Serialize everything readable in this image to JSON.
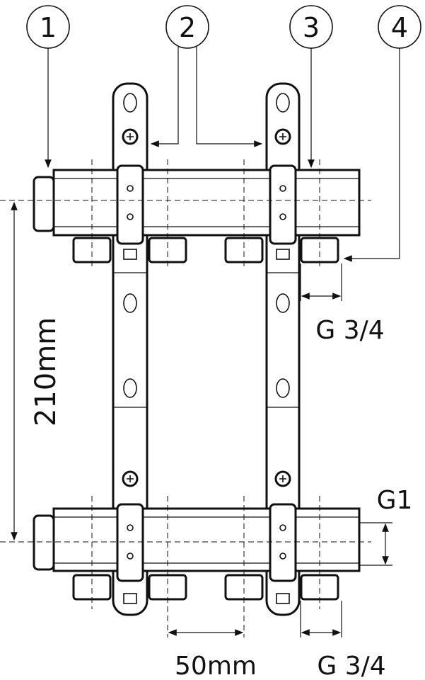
{
  "callouts": [
    "1",
    "2",
    "3",
    "4"
  ],
  "dimensions": {
    "height": "210mm",
    "outlet_top": "G 3/4",
    "main_thread": "G1",
    "spacing": "50mm",
    "outlet_bottom": "G 3/4"
  }
}
